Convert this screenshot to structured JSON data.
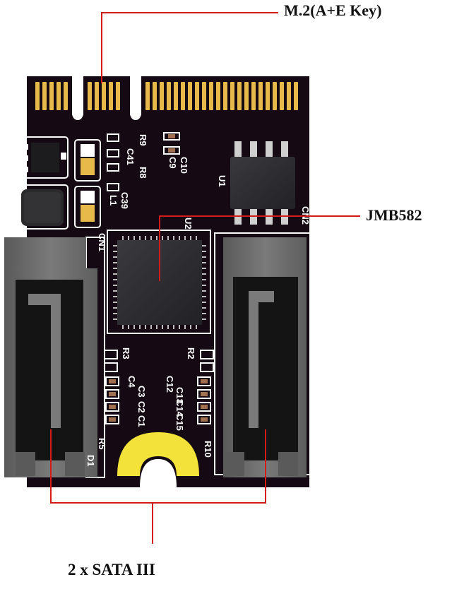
{
  "callouts": {
    "m2": "M.2(A+E Key)",
    "controller": "JMB582",
    "ports": "2 x SATA III"
  },
  "silkscreen": {
    "r9": "R9",
    "r8": "R8",
    "c41": "C41",
    "c10": "C10",
    "c9": "C9",
    "c39": "C39",
    "l1": "L1",
    "cn1": "CN1",
    "u2": "U2",
    "u1": "U1",
    "cn2": "CN2",
    "r3": "R3",
    "r2": "R2",
    "r5": "R5",
    "d1": "D1",
    "r10": "R10",
    "c4": "C4",
    "c3": "C3",
    "c2": "C2",
    "c1": "C1",
    "c12": "C12",
    "c13": "C13",
    "c14": "C14",
    "c15": "C15"
  },
  "colors": {
    "pcb": "#150a14",
    "gold": "#e6b94a",
    "connector": "#6e6e6e",
    "callout_line": "#d21c1c",
    "hole_ring": "#f2e23a"
  }
}
